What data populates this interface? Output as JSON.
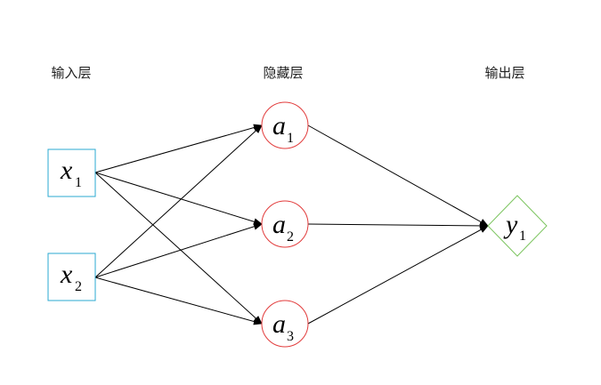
{
  "layers": {
    "input": "输入层",
    "hidden": "隐藏层",
    "output": "输出层"
  },
  "nodes": {
    "input": [
      {
        "letter": "x",
        "sub": "1"
      },
      {
        "letter": "x",
        "sub": "2"
      }
    ],
    "hidden": [
      {
        "letter": "a",
        "sub": "1"
      },
      {
        "letter": "a",
        "sub": "2"
      },
      {
        "letter": "a",
        "sub": "3"
      }
    ],
    "output": [
      {
        "letter": "y",
        "sub": "1"
      }
    ]
  },
  "colors": {
    "input_border": "#2aa9d2",
    "hidden_border": "#e23b3b",
    "output_border": "#7cc55f",
    "edge": "#000000"
  }
}
